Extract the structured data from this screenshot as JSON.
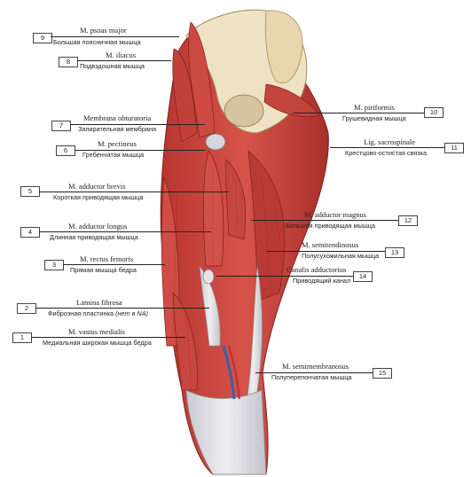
{
  "labels": [
    {
      "num": "9",
      "latin": "M. psoas major",
      "russian": "Большая поясничная мышца"
    },
    {
      "num": "8",
      "latin": "M. iliacus",
      "russian": "Подвздошная мышца"
    },
    {
      "num": "7",
      "latin": "Membrana obturatoria",
      "russian": "Запирательная мембрана"
    },
    {
      "num": "6",
      "latin": "M. pectineus",
      "russian": "Гребенчатая мышца"
    },
    {
      "num": "5",
      "latin": "M. adductor brevis",
      "russian": "Короткая приводящая мышца"
    },
    {
      "num": "4",
      "latin": "M. adductor longus",
      "russian": "Длинная приводящая мышца"
    },
    {
      "num": "3",
      "latin": "M. rectus femoris",
      "russian": "Прямая мышца бедра"
    },
    {
      "num": "2",
      "latin": "Lamina fibrosa",
      "russian": "Фиброзная пластинка (нет в NA)"
    },
    {
      "num": "1",
      "latin": "M. vastus medialis",
      "russian": "Медиальная широкая мышца бедра"
    },
    {
      "num": "10",
      "latin": "M. piriformis",
      "russian": "Грушевидная мышца"
    },
    {
      "num": "11",
      "latin": "Lig. sacrospinale",
      "russian": "Крестцово-остистая связка"
    },
    {
      "num": "12",
      "latin": "M. adductor magnus",
      "russian": "Большая приводящая мышца"
    },
    {
      "num": "13",
      "latin": "M. semitendinosus",
      "russian": "Полусухожильная мышца"
    },
    {
      "num": "14",
      "latin": "Canalis adductorius",
      "russian": "Приводящий канал"
    },
    {
      "num": "15",
      "latin": "M. semimembranosus",
      "russian": "Полуперепончатая мышца"
    }
  ],
  "colors": {
    "muscle": "#c8423c",
    "muscle_dark": "#9a2a26",
    "tendon": "#d9d9de",
    "bone": "#efe2c4",
    "artery": "#c0302b",
    "vein": "#3a5fa8"
  }
}
